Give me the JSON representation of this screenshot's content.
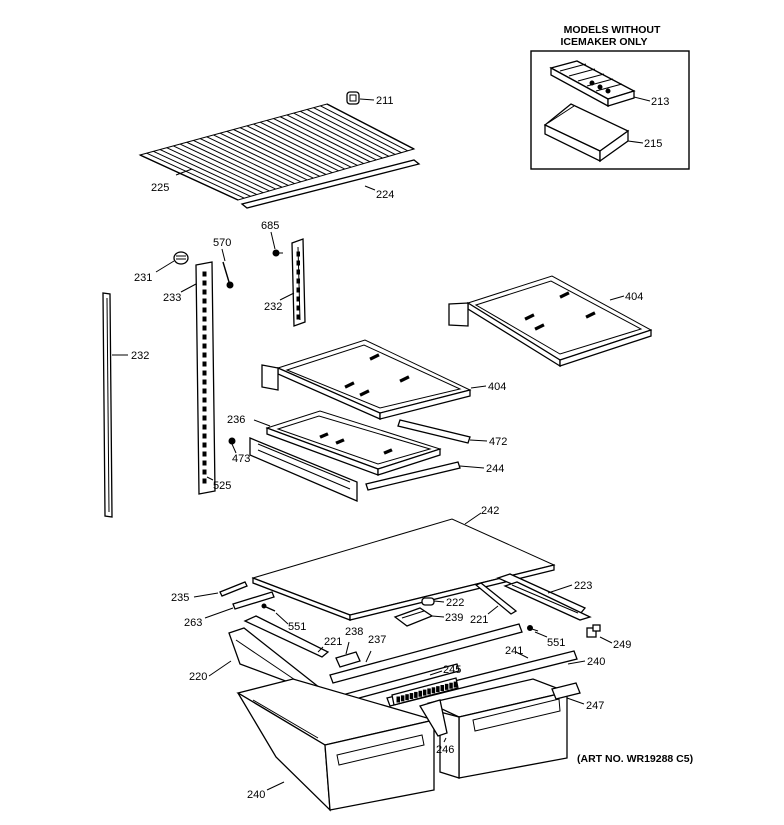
{
  "inset_box": {
    "title_line1": "MODELS WITHOUT",
    "title_line2": "ICEMAKER ONLY"
  },
  "parts": {
    "p211": "211",
    "p213": "213",
    "p215": "215",
    "p224": "224",
    "p225": "225",
    "p685": "685",
    "p570": "570",
    "p231": "231",
    "p233": "233",
    "p232a": "232",
    "p232b": "232",
    "p404a": "404",
    "p404b": "404",
    "p236": "236",
    "p472": "472",
    "p473": "473",
    "p244": "244",
    "p525": "525",
    "p242": "242",
    "p235": "235",
    "p223": "223",
    "p222": "222",
    "p263": "263",
    "p239": "239",
    "p551a": "551",
    "p221a": "221",
    "p221b": "221",
    "p238": "238",
    "p237": "237",
    "p551b": "551",
    "p249": "249",
    "p241": "241",
    "p240a": "240",
    "p220": "220",
    "p245": "245",
    "p247": "247",
    "p246": "246",
    "p240b": "240"
  },
  "art_number": "(ART NO. WR19288 C5)"
}
